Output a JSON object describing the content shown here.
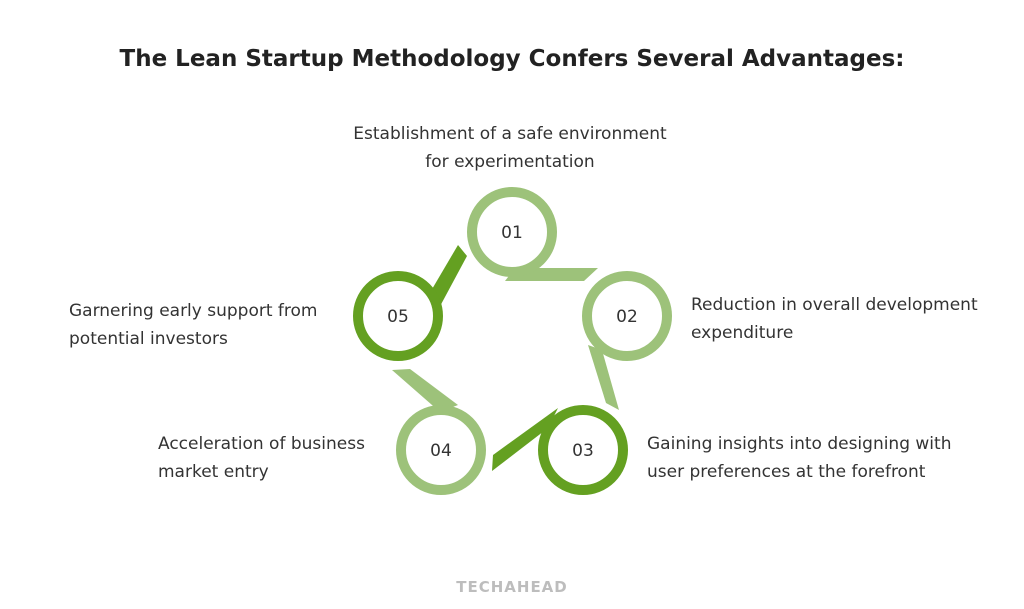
{
  "title": "The Lean Startup Methodology Confers Several Advantages:",
  "colors": {
    "light": "#9dc27a",
    "dark": "#64a021"
  },
  "steps": [
    {
      "number": "01",
      "line1": "Establishment of a safe environment",
      "line2": "for experimentation",
      "tone": "light"
    },
    {
      "number": "02",
      "line1": "Reduction in overall development",
      "line2": "expenditure",
      "tone": "light"
    },
    {
      "number": "03",
      "line1": "Gaining insights into designing with",
      "line2": "user preferences at the forefront",
      "tone": "dark"
    },
    {
      "number": "04",
      "line1": "Acceleration of business",
      "line2": "market entry",
      "tone": "light"
    },
    {
      "number": "05",
      "line1": "Garnering early support from",
      "line2": "potential investors",
      "tone": "dark"
    }
  ],
  "logo": "TECHAHEAD"
}
